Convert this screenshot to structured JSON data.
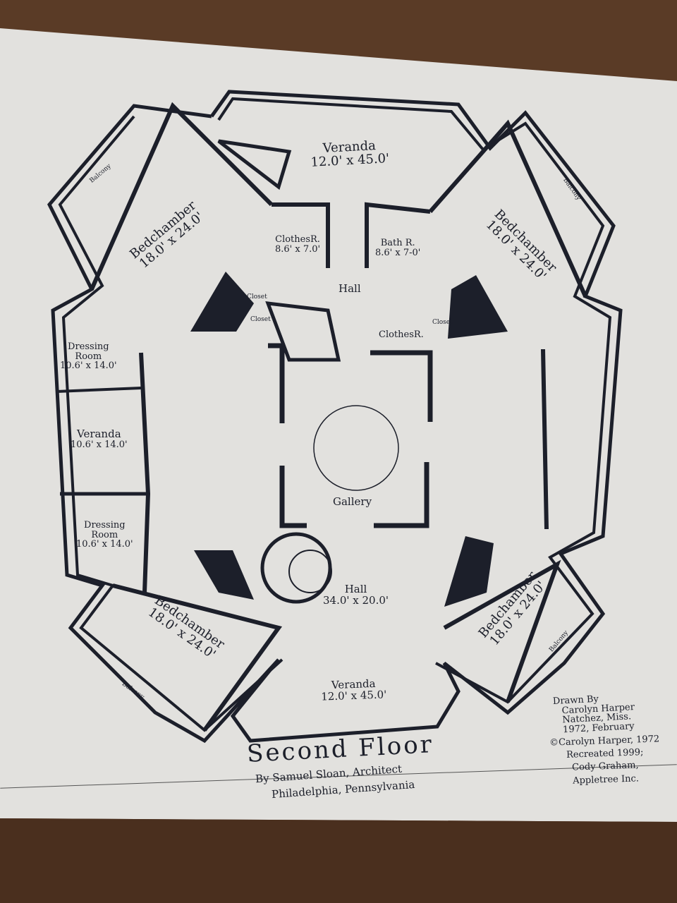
{
  "title": "Second Floor",
  "architect_line1": "By Samuel Sloan, Architect",
  "architect_line2": "Philadelphia, Pennsylvania",
  "credits": {
    "drawn_by": [
      "Drawn By",
      "Carolyn Harper",
      "Natchez, Miss.",
      "1972, February"
    ],
    "copyright": [
      "©Carolyn Harper, 1972",
      "Recreated 1999;",
      "Cody Graham,",
      "Appletree Inc."
    ]
  },
  "rooms": {
    "veranda_top": {
      "name": "Veranda",
      "size": "12.0' x 45.0'"
    },
    "balcony_nw": {
      "name": "Balcony"
    },
    "bedchamber_nw": {
      "name": "Bedchamber",
      "size": "18.0' x 24.0'"
    },
    "clothes_top": {
      "name": "ClothesR.",
      "size": "8.6' x 7.0'"
    },
    "bath": {
      "name": "Bath R.",
      "size": "8.6' x 7-0'"
    },
    "balcony_ne": {
      "name": "Balcony"
    },
    "bedchamber_ne": {
      "name": "Bedchamber",
      "size": "18.0' x 24.0'"
    },
    "hall_top": {
      "name": "Hall"
    },
    "closet_1": {
      "name": "Closet"
    },
    "closet_2": {
      "name": "Closet"
    },
    "clothes_right": {
      "name": "ClothesR."
    },
    "closet_3": {
      "name": "Closet"
    },
    "dressing_1": {
      "name": "Dressing",
      "name2": "Room",
      "size": "10.6' x 14.0'"
    },
    "veranda_left": {
      "name": "Veranda",
      "size": "10.6' x 14.0'"
    },
    "dressing_2": {
      "name": "Dressing",
      "name2": "Room",
      "size": "10.6' x 14.0'"
    },
    "gallery": {
      "name": "Gallery"
    },
    "hall_main": {
      "name": "Hall",
      "size": "34.0' x 20.0'"
    },
    "bedchamber_sw": {
      "name": "Bedchamber",
      "size": "18.0' x 24.0'"
    },
    "bedchamber_se": {
      "name": "Bedchamber",
      "size": "18.0' x 24.0'"
    },
    "balcony_se": {
      "name": "Balcony"
    },
    "balcony_sw": {
      "name": "Balcony"
    },
    "veranda_bottom": {
      "name": "Veranda",
      "size": "12.0' x 45.0'"
    }
  },
  "colors": {
    "ink": "#1c1f2a",
    "paper": "#e4e3e0",
    "frame": "#5a3b26"
  }
}
